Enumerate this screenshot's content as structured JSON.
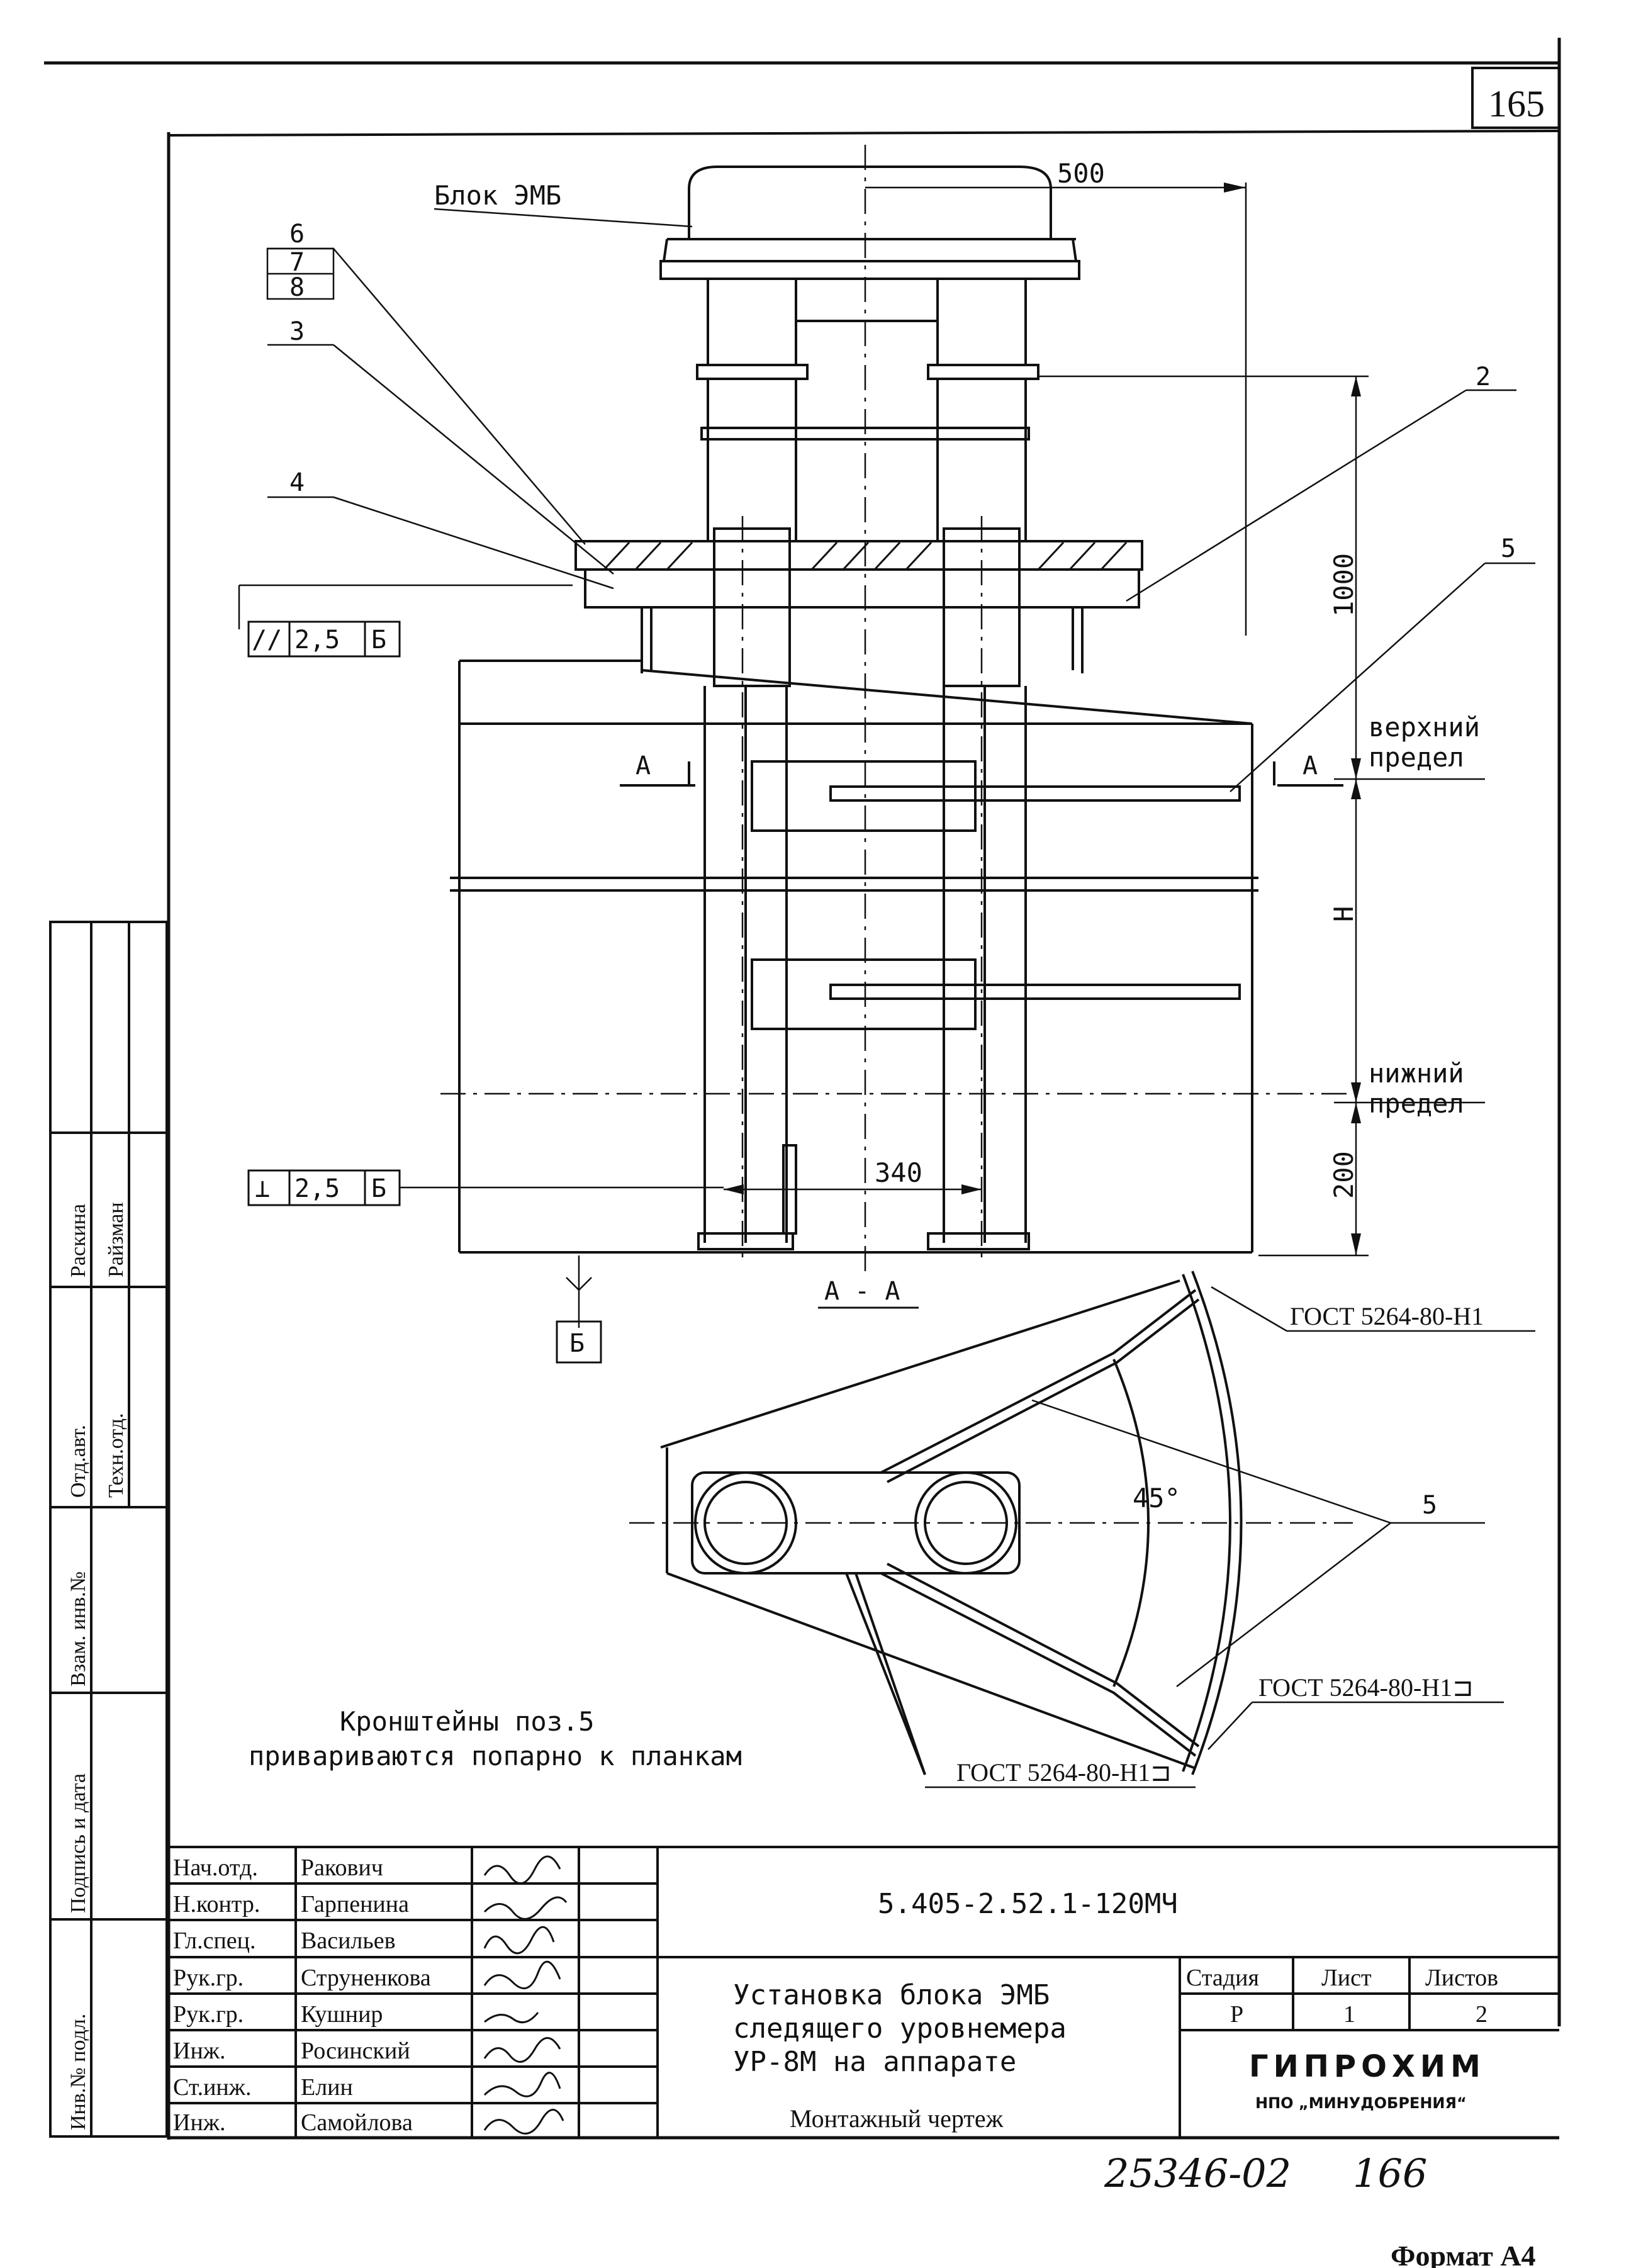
{
  "sheet_number_top": "165",
  "labels": {
    "block_emb": "Блок ЭМБ",
    "dim_500": "500",
    "dim_1000": "1000",
    "dim_h": "H",
    "dim_200": "200",
    "dim_340": "340",
    "upper_limit_1": "верхний",
    "upper_limit_2": "предел",
    "lower_limit_1": "нижний",
    "lower_limit_2": "предел",
    "section_a_left": "А",
    "section_a_right": "А",
    "section_aa": "А - А",
    "datum_b": "Б",
    "angle_45": "45°",
    "gost_1": "ГОСТ 5264-80-Н1",
    "gost_2": "ГОСТ 5264-80-Н1⊐",
    "gost_3": "ГОСТ 5264-80-Н1⊐",
    "note_line1": "Кронштейны поз.5",
    "note_line2": "привариваются попарно к планкам"
  },
  "tolerances": [
    {
      "symbol": "//",
      "value": "2,5",
      "datum": "Б"
    },
    {
      "symbol": "⊥",
      "value": "2,5",
      "datum": "Б"
    }
  ],
  "callouts": [
    "6",
    "7",
    "8",
    "3",
    "4",
    "2",
    "5",
    "5"
  ],
  "left_stamp": {
    "col1": [
      "Отд.авт.",
      "Раскина"
    ],
    "col2": [
      "Техн.отд.",
      "Райзман"
    ],
    "vertical_labels": [
      "Взам. инв.№",
      "Подпись и дата",
      "Инв.№ подл."
    ]
  },
  "title_block": {
    "doc_code": "5.405-2.52.1-120МЧ",
    "title_line1": "Установка блока ЭМБ",
    "title_line2": "следящего уровнемера",
    "title_line3": "УР-8М на аппарате",
    "subtitle": "Монтажный чертеж",
    "stage_header": "Стадия",
    "sheet_header": "Лист",
    "sheets_header": "Листов",
    "stage": "Р",
    "sheet": "1",
    "sheets": "2",
    "org": "ГИПРОХИМ",
    "org_sub": "НПО „МИНУДОБРЕНИЯ“",
    "rows": [
      {
        "role": "Нач.отд.",
        "name": "Ракович"
      },
      {
        "role": "Н.контр.",
        "name": "Гарпенина"
      },
      {
        "role": "Гл.спец.",
        "name": "Васильев"
      },
      {
        "role": "Рук.гр.",
        "name": "Струненкова"
      },
      {
        "role": "Рук.гр.",
        "name": "Кушнир"
      },
      {
        "role": "Инж.",
        "name": "Росинский"
      },
      {
        "role": "Ст.инж.",
        "name": "Елин"
      },
      {
        "role": "Инж.",
        "name": "Самойлова"
      }
    ]
  },
  "handwritten_number": "25346-02",
  "handwritten_page": "166",
  "format_label": "Формат А4"
}
